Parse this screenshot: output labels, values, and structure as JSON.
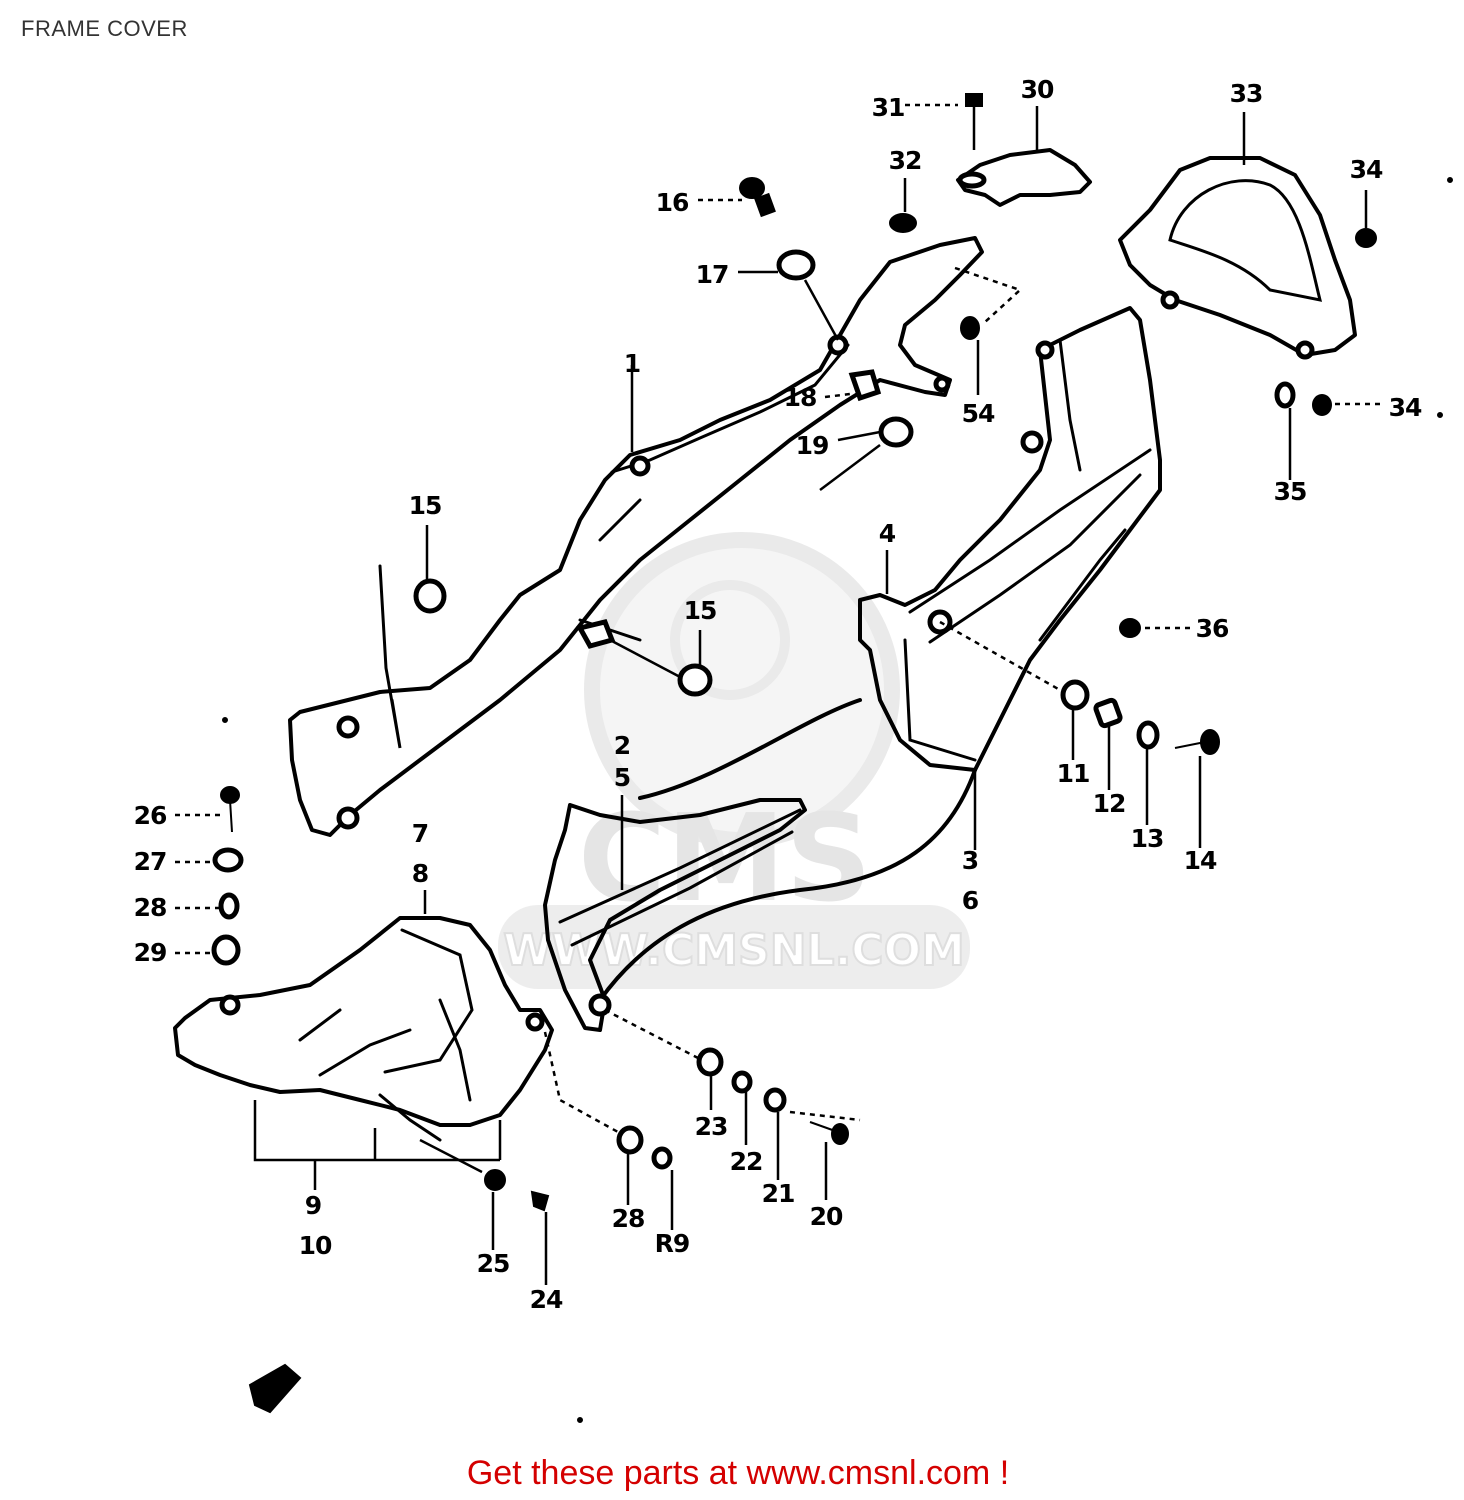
{
  "title": "FRAME COVER",
  "footer": "Get these parts at www.cmsnl.com !",
  "watermark": {
    "logo_text": "CMS",
    "url_text": "WWW.CMSNL.COM"
  },
  "callouts": [
    "31",
    "30",
    "33",
    "34",
    "16",
    "32",
    "17",
    "1",
    "18",
    "54",
    "19",
    "15",
    "15",
    "4",
    "36",
    "35",
    "34",
    "11",
    "12",
    "13",
    "14",
    "2",
    "5",
    "3",
    "6",
    "26",
    "27",
    "28",
    "29",
    "7",
    "8",
    "9",
    "10",
    "23",
    "22",
    "21",
    "20",
    "28",
    "R9",
    "25",
    "24"
  ],
  "colors": {
    "line": "#000000",
    "title": "#333333",
    "footer": "#d40000",
    "watermark": "#d9d9d9"
  }
}
